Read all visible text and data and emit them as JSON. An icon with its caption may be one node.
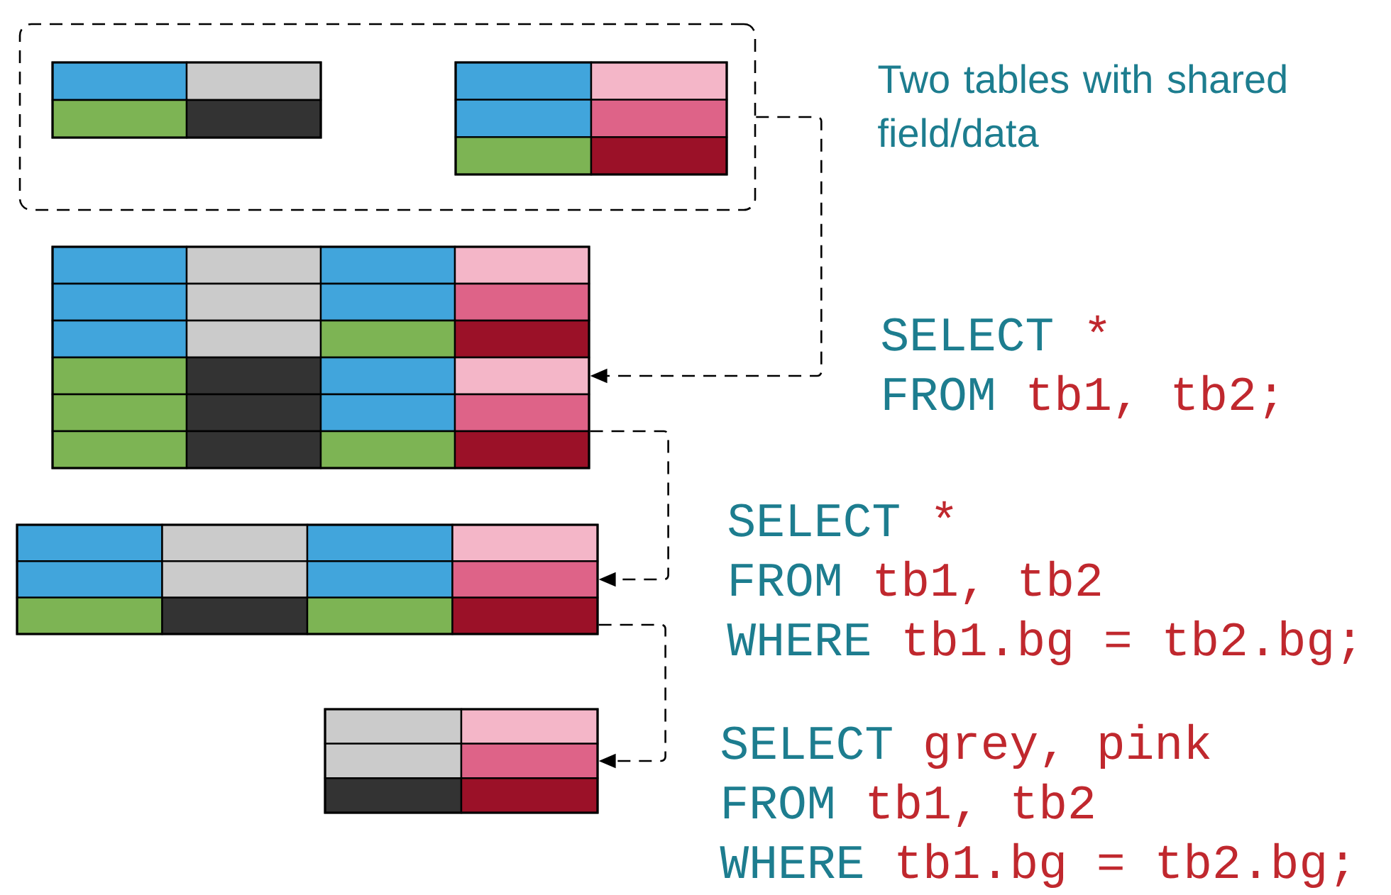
{
  "diagram": {
    "nodes": [
      {
        "text": [],
        "shape": "box",
        "beside": [
          "Two tables with shared field/data"
        ]
      },
      {
        "text": [],
        "shape": "box",
        "in": 0
      },
      {
        "text": [],
        "shape": "box",
        "in": 0
      },
      {
        "text": [],
        "shape": "box",
        "beside": [
          "SELECT",
          "*",
          "FROM",
          "tb1, tb2;"
        ]
      },
      {
        "text": [],
        "shape": "box",
        "beside": [
          "SELECT",
          "*",
          "FROM",
          "tb1, tb2",
          "WHERE",
          "tb1.bg = tb2.bg;"
        ]
      },
      {
        "text": [],
        "shape": "box",
        "beside": [
          "SELECT",
          "grey, pink",
          "FROM",
          "tb1, tb2",
          "WHERE",
          "tb1.bg = tb2.bg;"
        ]
      }
    ],
    "edges": [
      {
        "from": 0,
        "to": 3,
        "arrow": "to",
        "style": "dashed"
      },
      {
        "from": 3,
        "to": 4,
        "arrow": "to",
        "style": "dashed"
      },
      {
        "from": 4,
        "to": 5,
        "arrow": "to",
        "style": "dashed"
      }
    ]
  }
}
